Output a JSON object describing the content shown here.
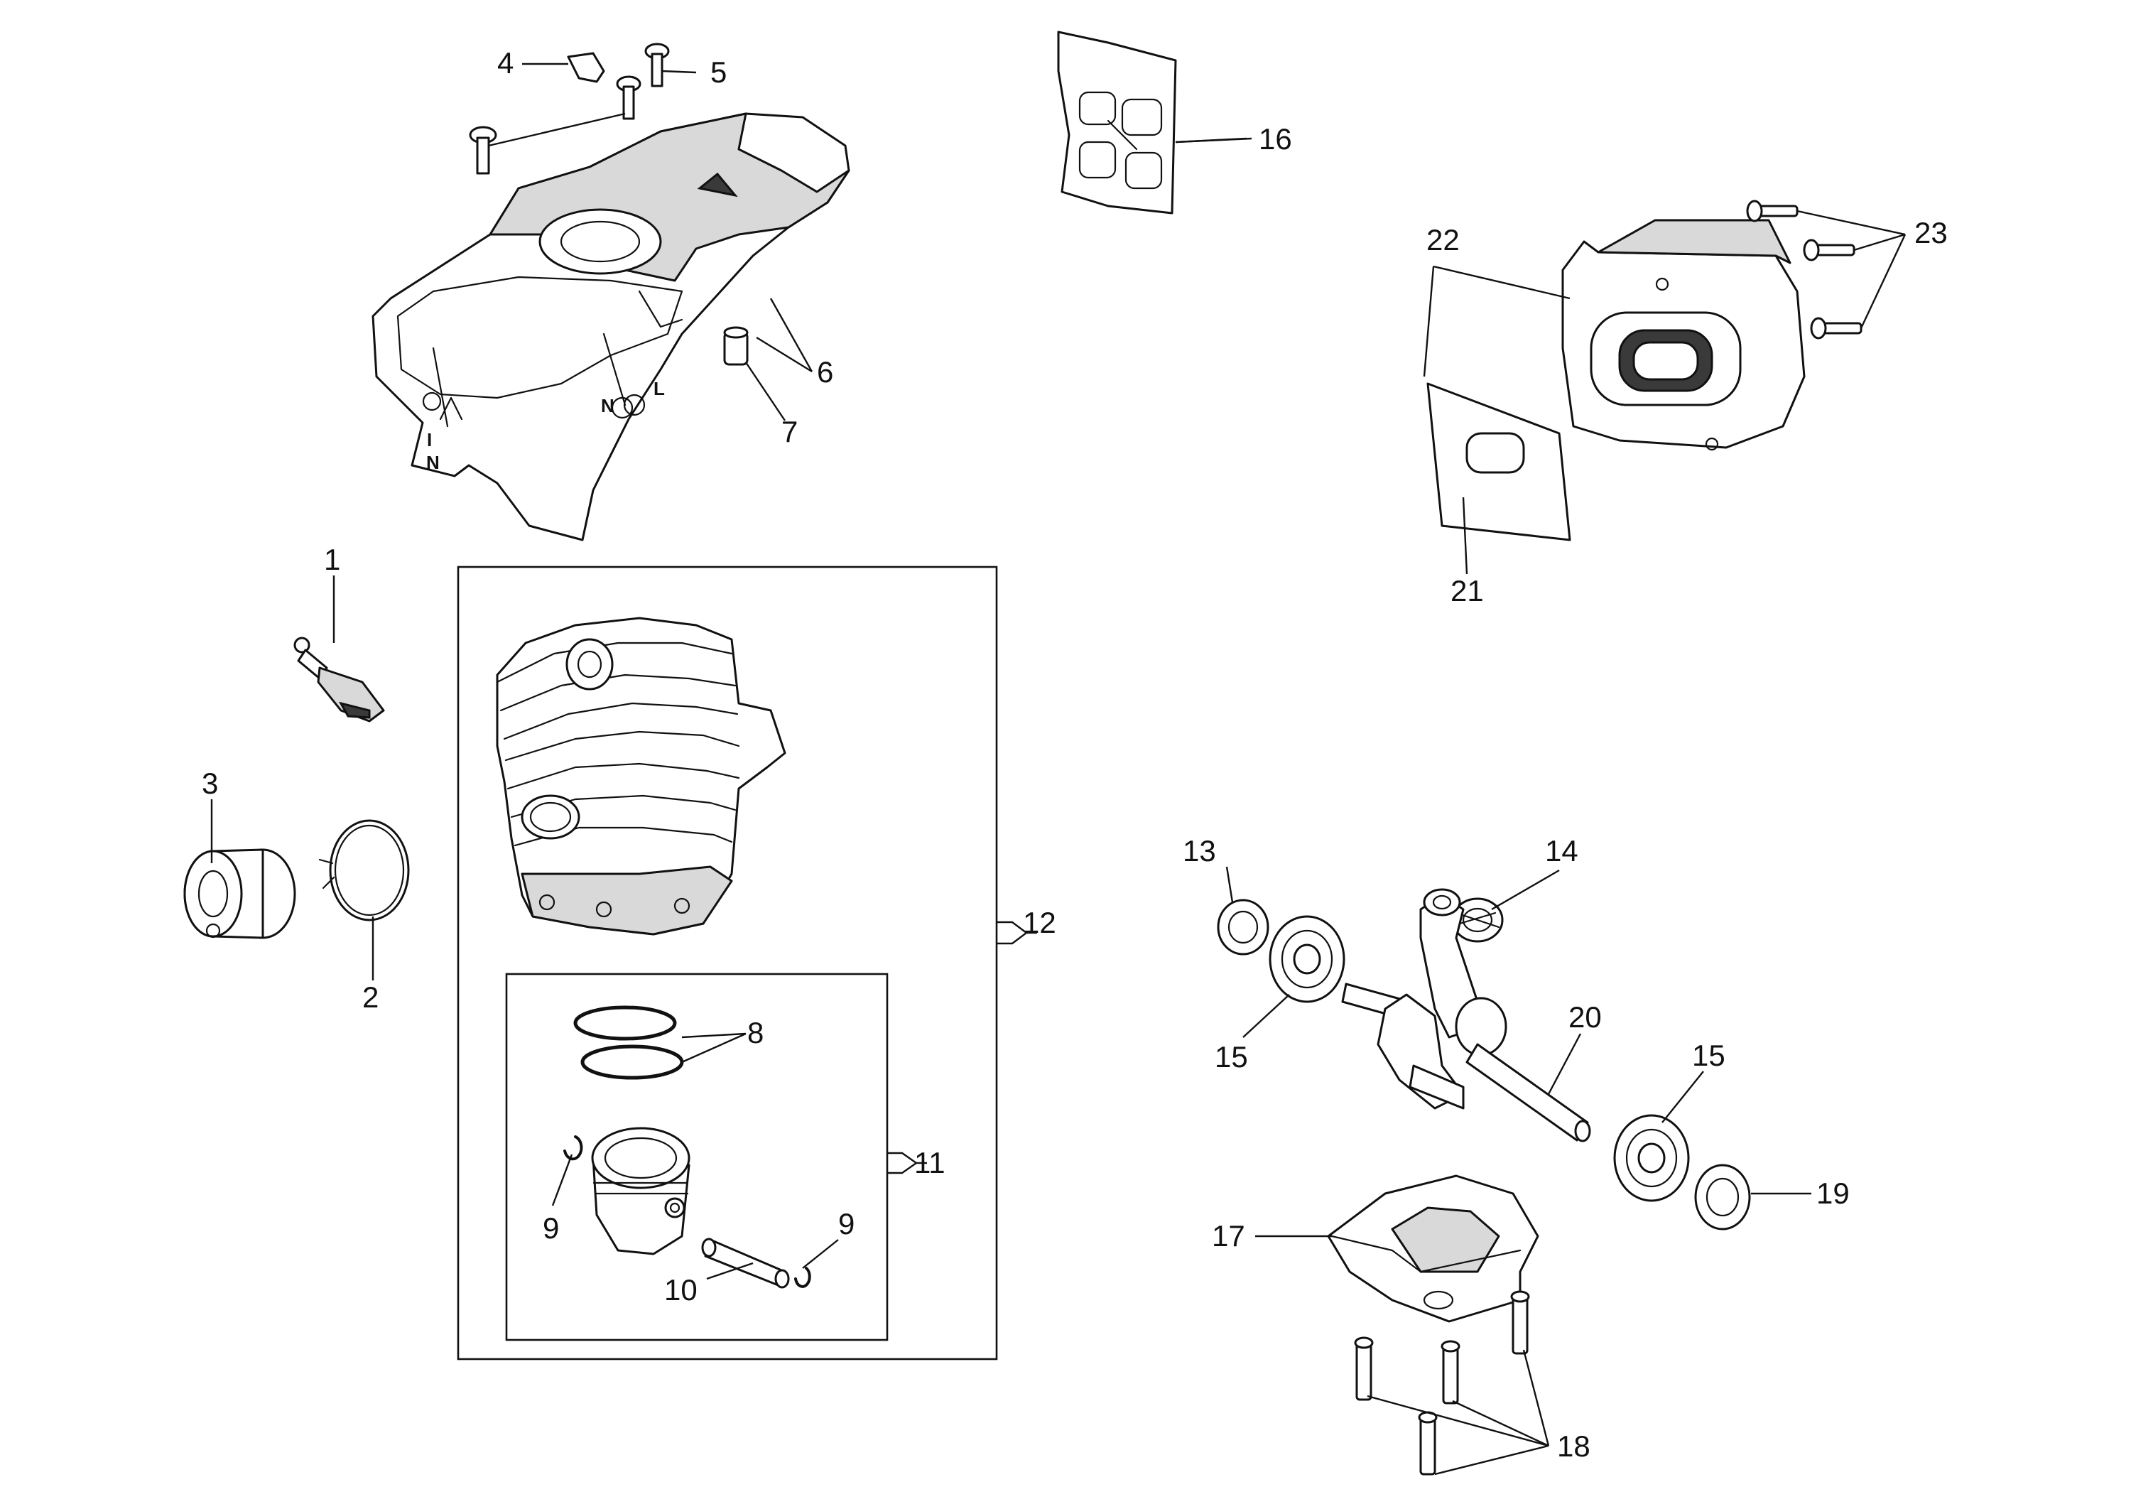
{
  "callouts": {
    "c1": "1",
    "c2": "2",
    "c3": "3",
    "c4": "4",
    "c5": "5",
    "c6": "6",
    "c7": "7",
    "c8": "8",
    "c9a": "9",
    "c9b": "9",
    "c10": "10",
    "c11": "11",
    "c12": "12",
    "c13": "13",
    "c14": "14",
    "c15a": "15",
    "c15b": "15",
    "c16": "16",
    "c17": "17",
    "c18": "18",
    "c19": "19",
    "c20": "20",
    "c21": "21",
    "c22": "22",
    "c23": "23"
  },
  "cover_markings": {
    "choke_n": "N",
    "choke_l": "L",
    "switch_i": "I",
    "switch_n": "N"
  },
  "colors": {
    "line": "#111111",
    "background": "#ffffff",
    "shade": "#d9d9d9"
  }
}
